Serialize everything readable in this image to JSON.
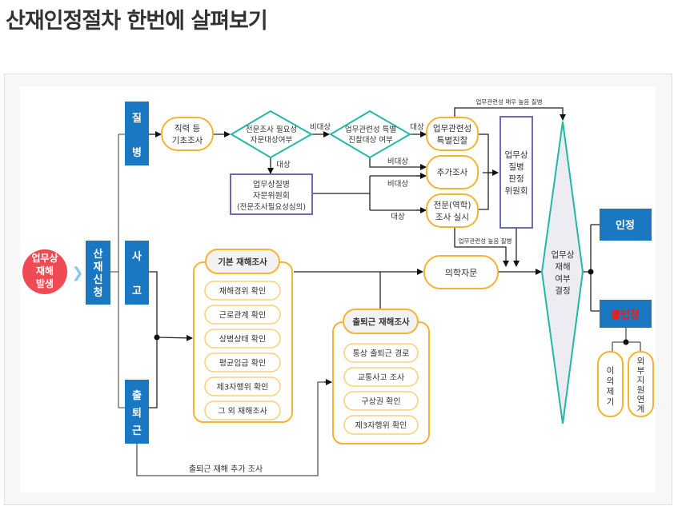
{
  "title": "산재인정절차 한번에 살펴보기",
  "colors": {
    "blue": "#1a78c2",
    "orange": "#f5b335",
    "teal": "#23b7a8",
    "purple": "#6b6bb8",
    "red_circle": "#f04a55",
    "red_text": "#e02020"
  },
  "start": {
    "lines": [
      "업무상",
      "재해",
      "발생"
    ]
  },
  "apply": {
    "chars": [
      "산",
      "재",
      "신",
      "청"
    ]
  },
  "categories": {
    "disease": [
      "질",
      "병"
    ],
    "accident": [
      "사",
      "고"
    ],
    "commute": [
      "출",
      "퇴",
      "근"
    ]
  },
  "disease_flow": {
    "basic_survey": [
      "직력 등",
      "기초조사"
    ],
    "decision1": [
      "전문조사 필요성",
      "자문대상여부"
    ],
    "decision2": [
      "업무관련성 특별",
      "진찰대상 여부"
    ],
    "advisory_committee": [
      "업무상질병",
      "자문위원회",
      "(전문조사필요성심의)"
    ],
    "special_exam": [
      "업무관련성",
      "특별진찰"
    ],
    "additional_survey": "추가조사",
    "expert_survey": [
      "전문(역학)",
      "조사 실시"
    ],
    "judgment_committee": [
      "업무상",
      "질병",
      "판정",
      "위원회"
    ],
    "labels": {
      "non_target_1": "비대상",
      "target_1": "대상",
      "target_2": "대상",
      "non_target_2": "비대상",
      "non_target_3": "비대상",
      "target_3": "대상",
      "very_high": "업무관련성 매우 높음 질병",
      "high": "업무관련성 높음 질병"
    }
  },
  "accident_flow": {
    "header": "기본 재해조사",
    "items": [
      "재해경위 확인",
      "근로관계 확인",
      "상병상태 확인",
      "평균임금 확인",
      "제3자행위 확인",
      "그 외 재해조사"
    ]
  },
  "commute_flow": {
    "header": "출퇴근 재해조사",
    "items": [
      "통상 출퇴근 경로",
      "교통사고 조사",
      "구상권 확인",
      "제3자행위 확인"
    ],
    "extra_label": "출퇴근 재해 추가 조사"
  },
  "medical_advice": "의학자문",
  "final_decision": [
    "업무상",
    "재해",
    "여부",
    "결정"
  ],
  "outcomes": {
    "approved": "인정",
    "rejected": "불인정",
    "objection": [
      "이",
      "의",
      "제",
      "기"
    ],
    "external_support": [
      "외",
      "부",
      "지",
      "원",
      "연",
      "계"
    ]
  }
}
